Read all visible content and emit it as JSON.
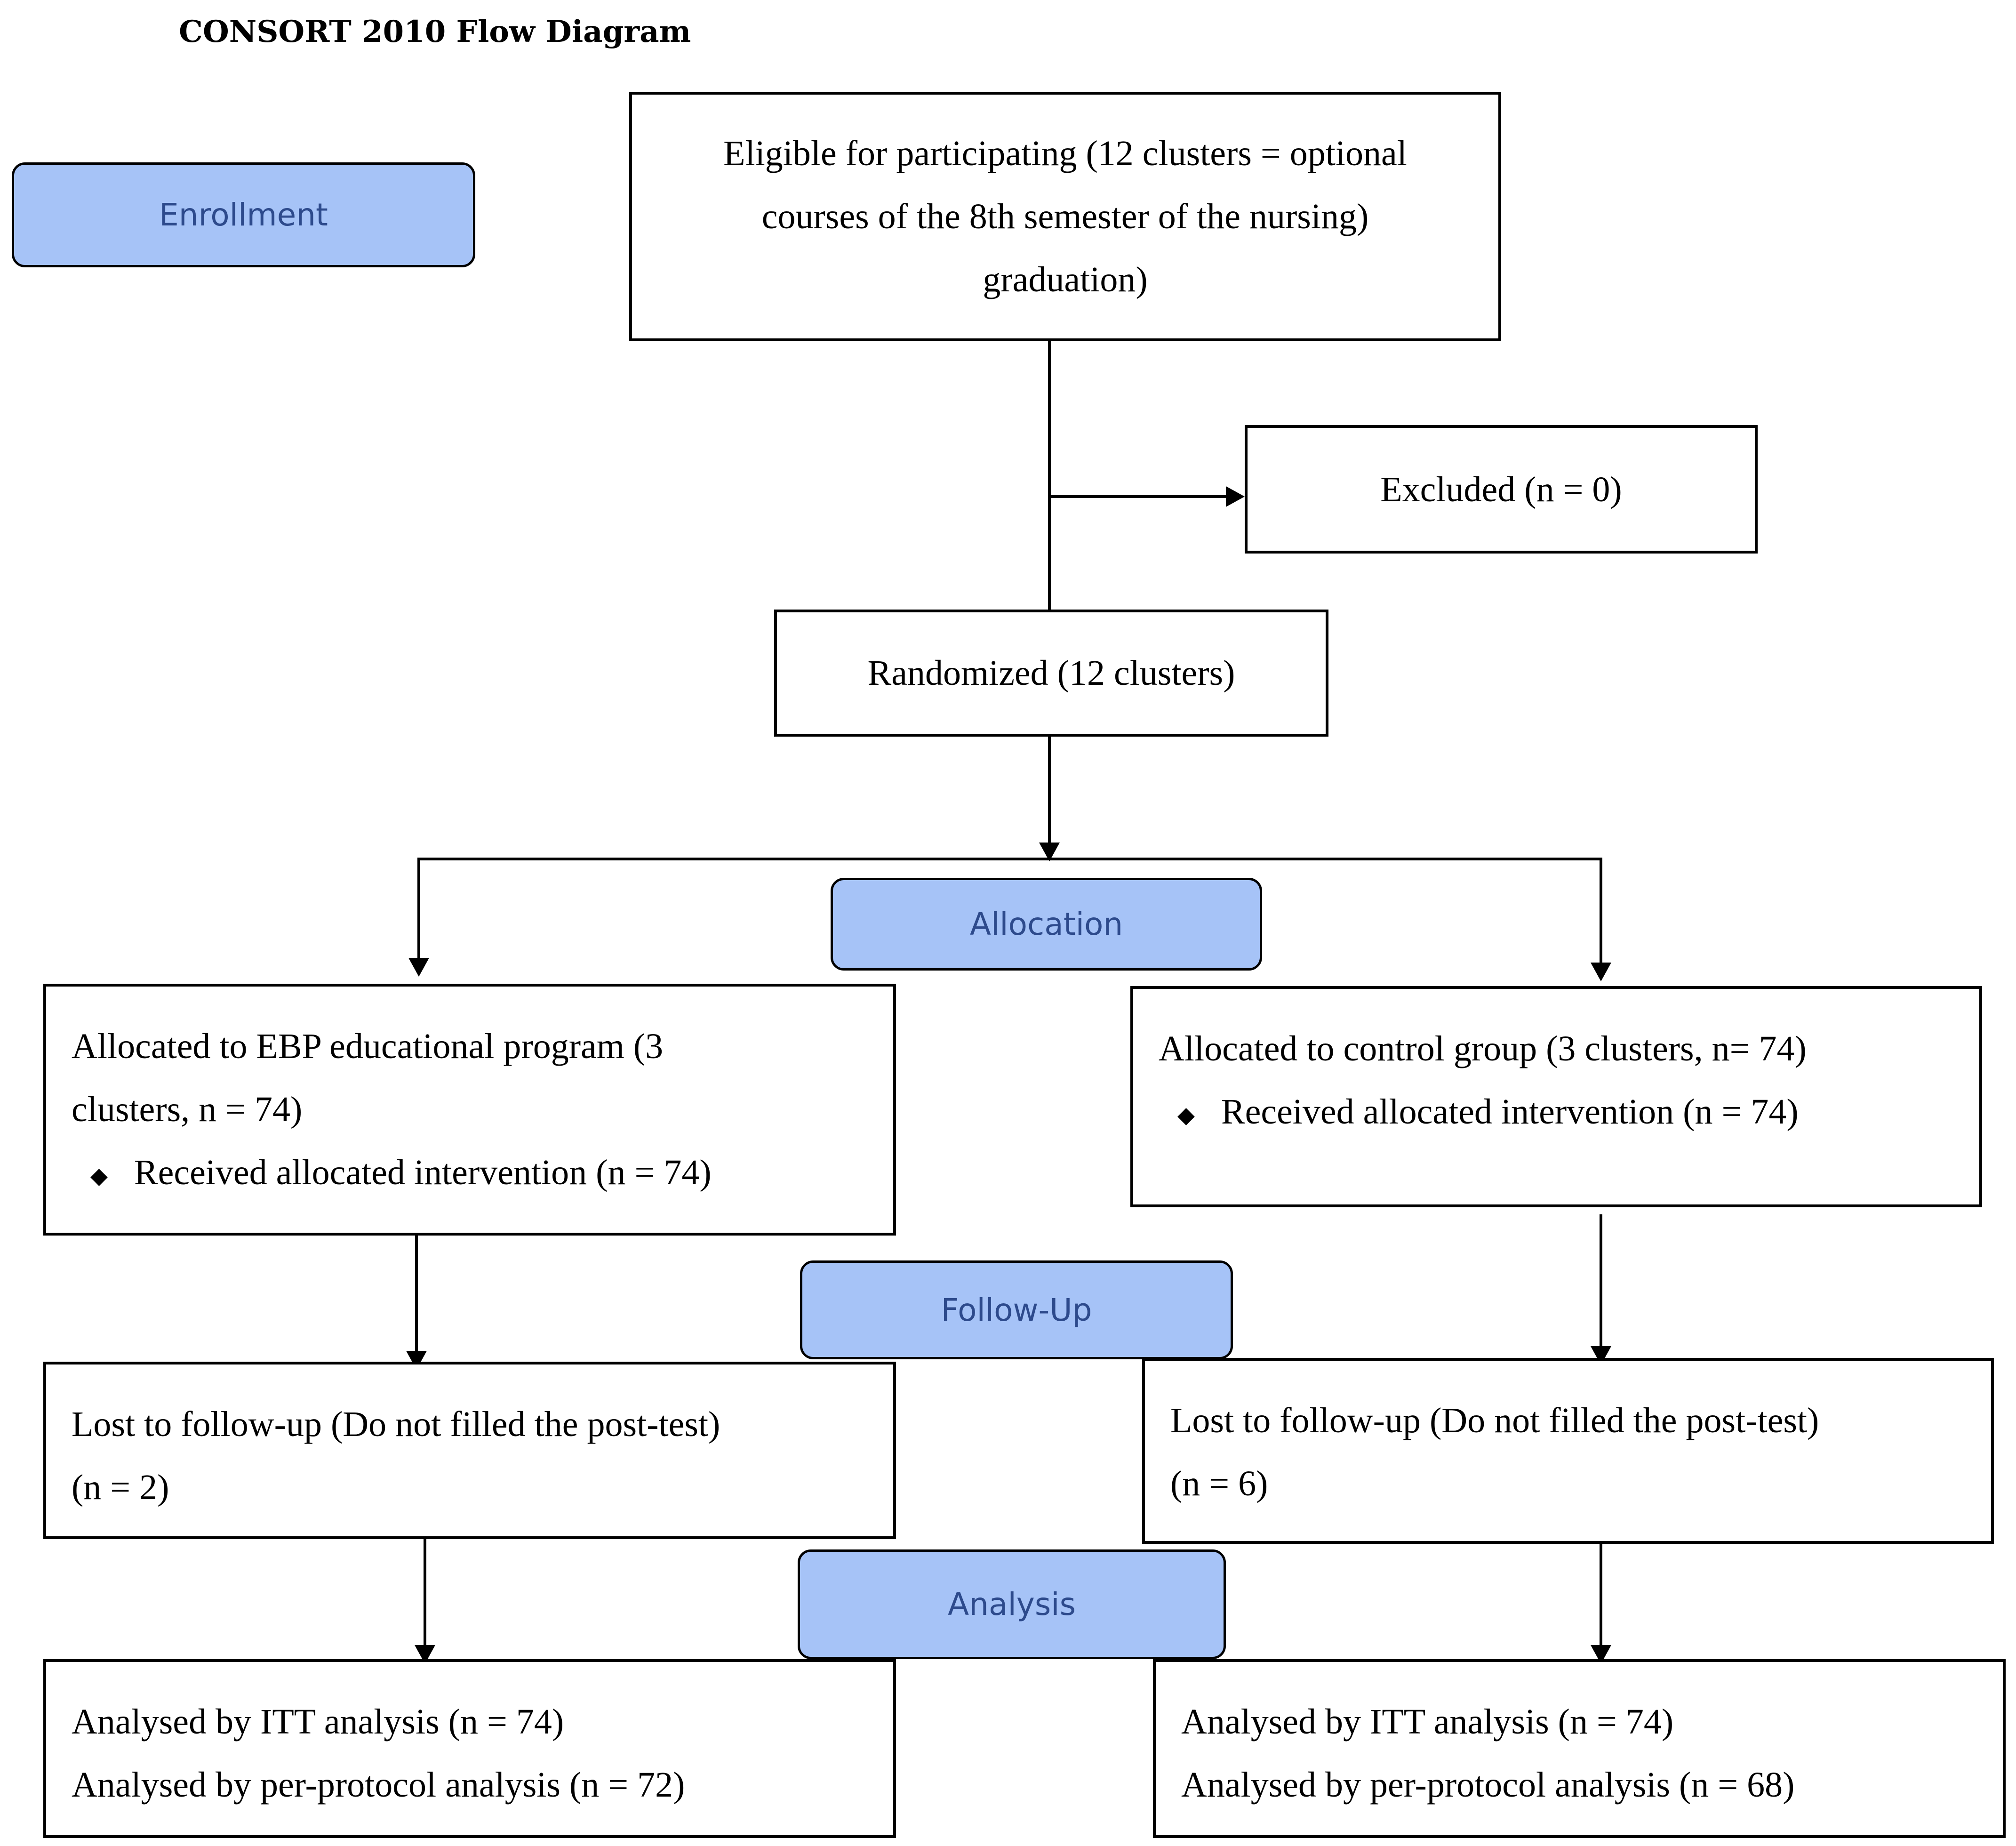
{
  "title": "CONSORT  2010 Flow  Diagram",
  "stages": {
    "enrollment": "Enrollment",
    "allocation": "Allocation",
    "follow_up": "Follow-Up",
    "analysis": "Analysis"
  },
  "nodes": {
    "eligible": [
      "Eligible for participating (12 clusters = optional",
      "courses of the 8th semester of the nursing)",
      "graduation)"
    ],
    "excluded": "Excluded (n = 0)",
    "randomized": "Randomized (12 clusters)",
    "allocated_ebp": [
      "Allocated to EBP educational program (3",
      "clusters, n = 74)"
    ],
    "allocated_ebp_received": "Received  allocated intervention  (n = 74)",
    "allocated_control": "Allocated to control group  (3 clusters, n= 74)",
    "allocated_control_received": "Received  allocated intervention  (n = 74)",
    "lost_ebp": [
      "Lost to follow-up (Do not filled the post-test)",
      "(n = 2)"
    ],
    "lost_control": [
      "Lost to follow-up (Do not filled the post-test)",
      "(n = 6)"
    ],
    "analysed_ebp": [
      "Analysed by ITT analysis (n = 74)",
      "Analysed by per-protocol  analysis (n = 72)"
    ],
    "analysed_control": [
      "Analysed by ITT analysis (n = 74)",
      "Analysed by per-protocol  analysis (n = 68)"
    ]
  }
}
